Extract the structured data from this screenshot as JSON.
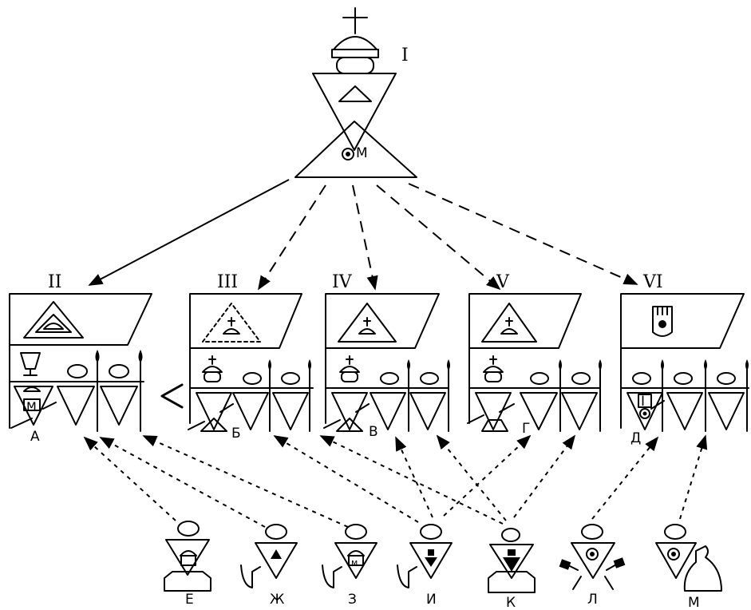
{
  "top_figure": {
    "numeral": "I",
    "letter": "М"
  },
  "groups": [
    {
      "numeral": "II",
      "letter": "А"
    },
    {
      "numeral": "III",
      "letter": "Б"
    },
    {
      "numeral": "IV",
      "letter": "В"
    },
    {
      "numeral": "V",
      "letter": "Г"
    },
    {
      "numeral": "VI",
      "letter": "Д"
    }
  ],
  "bottom_figures": [
    {
      "letter": "Е"
    },
    {
      "letter": "Ж"
    },
    {
      "letter": "З"
    },
    {
      "letter": "И"
    },
    {
      "letter": "К"
    },
    {
      "letter": "Л"
    },
    {
      "letter": "М"
    }
  ],
  "inner_marks": {
    "letter_m": "м",
    "roman_one": "I"
  }
}
